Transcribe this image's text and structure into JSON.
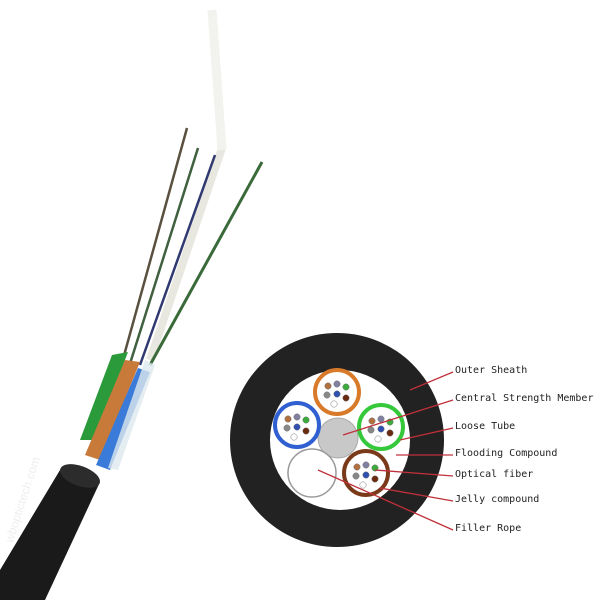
{
  "watermark": "wboptictech.com",
  "labels": [
    {
      "key": "outer_sheath",
      "text": "Outer Sheath"
    },
    {
      "key": "central_strength_member",
      "text": "Central Strength Member"
    },
    {
      "key": "loose_tube",
      "text": "Loose Tube"
    },
    {
      "key": "flooding_compound",
      "text": "Flooding Compound"
    },
    {
      "key": "optical_fiber",
      "text": "Optical fiber"
    },
    {
      "key": "jelly_compound",
      "text": "Jelly compound"
    },
    {
      "key": "filler_rope",
      "text": "Filler Rope"
    }
  ],
  "colors": {
    "sheath": "#222222",
    "leader": "#c0303a",
    "tube_orange": "#d87a2a",
    "tube_blue": "#2f5fd0",
    "tube_green": "#35c83a",
    "tube_brown": "#7a3a1a",
    "strength_member": "#c8c8c8"
  }
}
